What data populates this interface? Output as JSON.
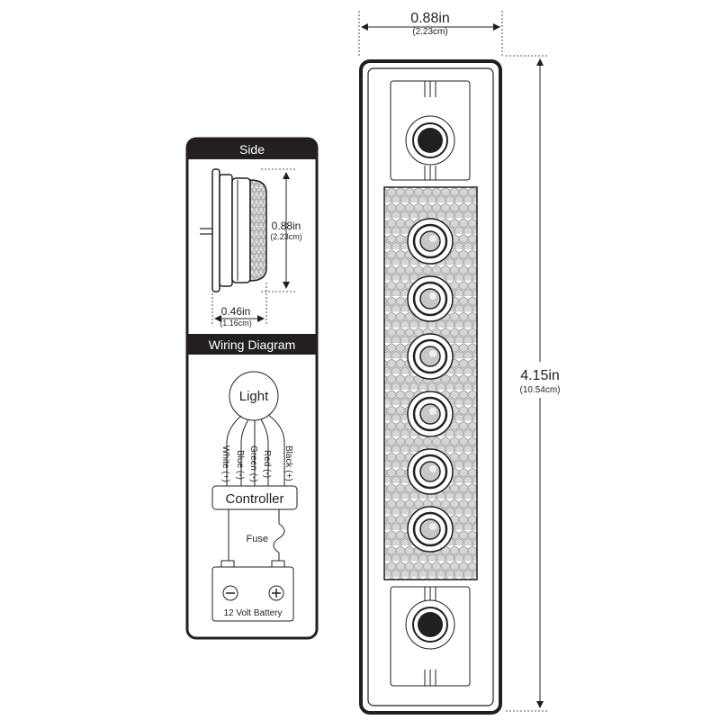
{
  "side_panel": {
    "title": "Side",
    "height_in": "0.88in",
    "height_cm": "(2.23cm)",
    "depth_in": "0.46in",
    "depth_cm": "(1.16cm)"
  },
  "wiring_panel": {
    "title": "Wiring Diagram",
    "light_label": "Light",
    "wires": [
      "White (+)",
      "Blue (-)",
      "Green (-)",
      "Red (-)",
      "Black (+)"
    ],
    "controller_label": "Controller",
    "fuse_label": "Fuse",
    "battery_label": "12 Volt Battery"
  },
  "front_view": {
    "width_in": "0.88in",
    "width_cm": "(2.23cm)",
    "length_in": "4.15in",
    "length_cm": "(10.54cm)",
    "led_count": 6
  },
  "colors": {
    "ink": "#231f20",
    "lens": "#b9b7b5",
    "lens_cell": "#8f8d8b"
  }
}
